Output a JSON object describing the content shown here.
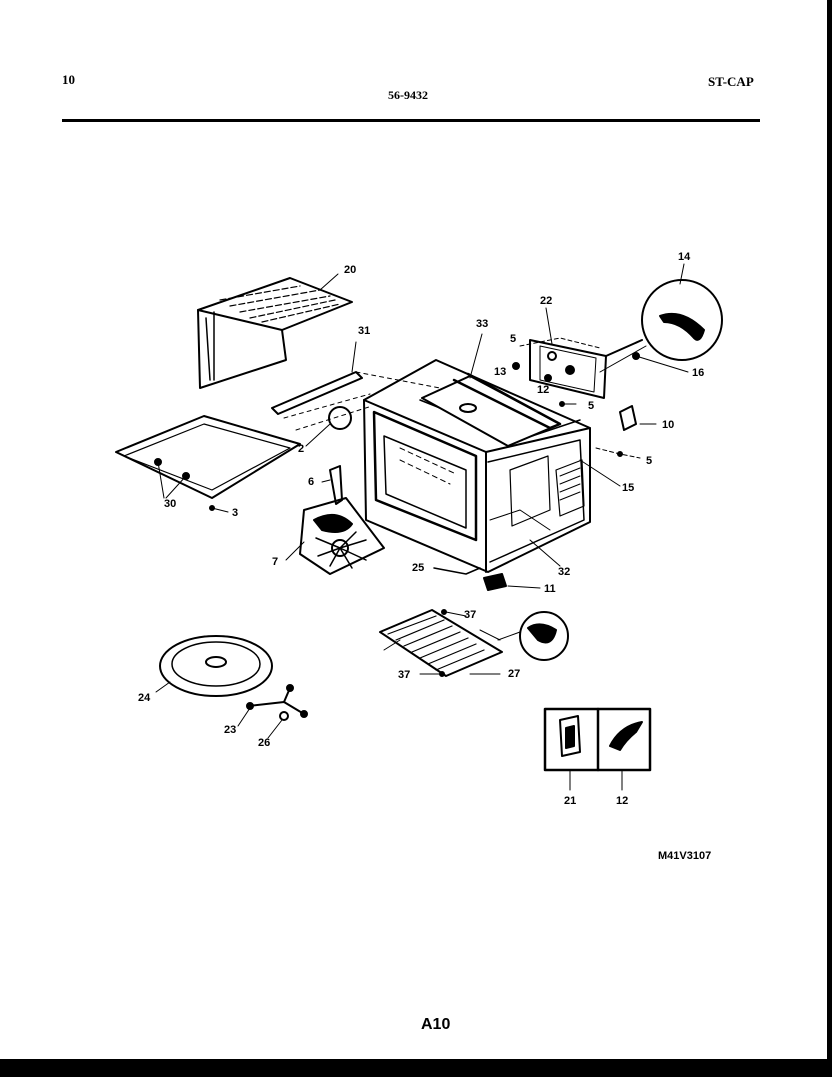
{
  "header": {
    "page_number": "10",
    "model_number": "56-9432",
    "section_code": "ST-CAP"
  },
  "callouts": [
    {
      "id": "c20",
      "label": "20"
    },
    {
      "id": "c31",
      "label": "31"
    },
    {
      "id": "c2",
      "label": "2"
    },
    {
      "id": "c30",
      "label": "30"
    },
    {
      "id": "c3",
      "label": "3"
    },
    {
      "id": "c6",
      "label": "6"
    },
    {
      "id": "c7",
      "label": "7"
    },
    {
      "id": "c25",
      "label": "25"
    },
    {
      "id": "c33",
      "label": "33"
    },
    {
      "id": "c5a",
      "label": "5"
    },
    {
      "id": "c22",
      "label": "22"
    },
    {
      "id": "c13",
      "label": "13"
    },
    {
      "id": "c12a",
      "label": "12"
    },
    {
      "id": "c5b",
      "label": "5"
    },
    {
      "id": "c14",
      "label": "14"
    },
    {
      "id": "c16",
      "label": "16"
    },
    {
      "id": "c10",
      "label": "10"
    },
    {
      "id": "c5c",
      "label": "5"
    },
    {
      "id": "c15",
      "label": "15"
    },
    {
      "id": "c32",
      "label": "32"
    },
    {
      "id": "c11",
      "label": "11"
    },
    {
      "id": "c37a",
      "label": "37"
    },
    {
      "id": "c37b",
      "label": "37"
    },
    {
      "id": "c27",
      "label": "27"
    },
    {
      "id": "c24",
      "label": "24"
    },
    {
      "id": "c23",
      "label": "23"
    },
    {
      "id": "c26",
      "label": "26"
    },
    {
      "id": "c21",
      "label": "21"
    },
    {
      "id": "c12b",
      "label": "12"
    }
  ],
  "drawing_id": "M41V3107",
  "page_label": "A10"
}
